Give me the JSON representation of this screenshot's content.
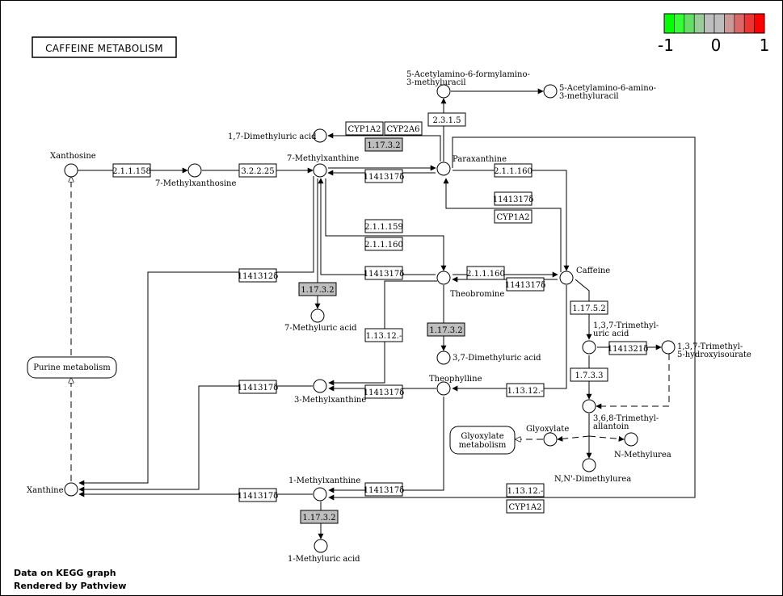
{
  "title": "CAFFEINE METABOLISM",
  "legend": {
    "ticks": [
      "-1",
      "0",
      "1"
    ]
  },
  "footer": {
    "line1": "Data on KEGG graph",
    "line2": "Rendered by Pathview"
  },
  "compounds": {
    "xanthosine": "Xanthosine",
    "seven_methylxanthosine": "7-Methylxanthosine",
    "seven_methylxanthine": "7-Methylxanthine",
    "paraxanthine": "Paraxanthine",
    "dimethyluric_17": "1,7-Dimethyluric acid",
    "afmu_line1": "5-Acetylamino-6-formylamino-",
    "afmu_line2": "3-methyluracil",
    "aamu_line1": "5-Acetylamino-6-amino-",
    "aamu_line2": "3-methyluracil",
    "caffeine": "Caffeine",
    "theobromine": "Theobromine",
    "seven_methyluric": "7-Methyluric acid",
    "dimethyluric_37": "3,7-Dimethyluric acid",
    "theophylline": "Theophylline",
    "three_methylxanthine": "3-Methylxanthine",
    "one_methylxanthine": "1-Methylxanthine",
    "one_methyluric": "1-Methyluric acid",
    "xanthine": "Xanthine",
    "tmu_line1": "1,3,7-Trimethyl-",
    "tmu_line2": "uric acid",
    "hiu_line1": "1,3,7-Trimethyl-",
    "hiu_line2": "5-hydroxyisourate",
    "allantoin_line1": "3,6,8-Trimethyl-",
    "allantoin_line2": "allantoin",
    "glyoxylate": "Glyoxylate",
    "n_methylurea": "N-Methylurea",
    "nn_dimethylurea": "N,N'-Dimethylurea"
  },
  "maps": {
    "purine": "Purine metabolism",
    "glyoxylate_line1": "Glyoxylate",
    "glyoxylate_line2": "metabolism"
  },
  "enzymes": {
    "e_2_1_1_158": "2.1.1.158",
    "e_3_2_2_25": "3.2.2.25",
    "e_2_3_1_5": "2.3.1.5",
    "e_cyp1a2_top": "CYP1A2",
    "e_cyp2a6": "CYP2A6",
    "e_1_17_3_2_a": "1.17.3.2",
    "e_1141317b_a": "1141317δ",
    "e_2_1_1_160_a": "2.1.1.160",
    "e_1141317b_b": "1141317δ",
    "e_cyp1a2_mid": "CYP1A2",
    "e_2_1_1_159": "2.1.1.159",
    "e_2_1_1_160_b": "2.1.1.160",
    "e_1141312b": "1141312δ",
    "e_1141317b_c": "1141317δ",
    "e_2_1_1_160_c": "2.1.1.160",
    "e_1141317b_d": "1141317δ",
    "e_1_17_3_2_b": "1.17.3.2",
    "e_1_17_5_2": "1.17.5.2",
    "e_1_13_12_a": "1.13.12.-",
    "e_1_17_3_2_c": "1.17.3.2",
    "e_1141321b": "1141321δ",
    "e_1_7_3_3": "1.7.3.3",
    "e_1141317b_e": "1141317δ",
    "e_1141317b_f": "1141317δ",
    "e_1_13_12_b": "1.13.12.-",
    "e_1141317b_g": "1141317δ",
    "e_1141317b_h": "1141317δ",
    "e_1_17_3_2_d": "1.17.3.2",
    "e_1_13_12_c": "1.13.12.-",
    "e_cyp1a2_bot": "CYP1A2"
  },
  "colors": {
    "enzyme_box": "#ffffff",
    "enzyme_box_gray": "#bebebe",
    "scale": [
      "#00ff00",
      "#33ff33",
      "#66dd66",
      "#99cc99",
      "#bebebe",
      "#bebebe",
      "#cc9999",
      "#dd6666",
      "#ee3333",
      "#ff0000"
    ]
  }
}
